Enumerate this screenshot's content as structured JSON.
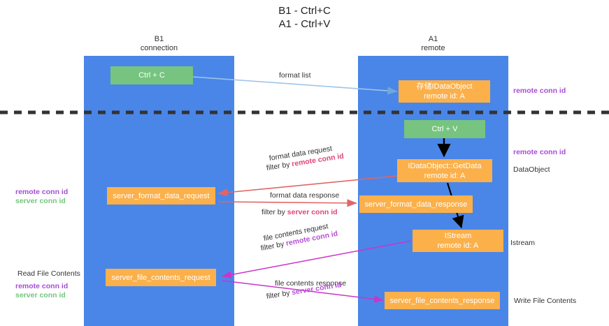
{
  "title": {
    "line1": "B1 - Ctrl+C",
    "line2": "A1 - Ctrl+V"
  },
  "columns": [
    {
      "name": "b1",
      "title": "B1",
      "subtitle": "connection"
    },
    {
      "name": "a1",
      "title": "A1",
      "subtitle": "remote"
    }
  ],
  "colors": {
    "column_band": "#4a86e8",
    "node_green": "#76c47f",
    "node_orange": "#fbb04a",
    "accent_purple": "#b84fd8",
    "accent_red": "#e0457b",
    "accent_green": "#76c47f",
    "divider": "#333333",
    "arrow_blue": "#9fc5e8",
    "arrow_black": "#000000",
    "arrow_magenta": "#cc33cc",
    "arrow_red": "#e06666"
  },
  "nodes": {
    "ctrl_c": {
      "label": "Ctrl + C"
    },
    "idataobject_store": {
      "line1": "存储IDataObject",
      "line2": "remote id: A"
    },
    "ctrl_v": {
      "label": "Ctrl + V"
    },
    "getdata": {
      "line1": "IDataObject::GetData",
      "line2": "remote id: A"
    },
    "server_format_data_request": {
      "label": "server_format_data_request"
    },
    "server_format_data_response": {
      "label": "server_format_data_response"
    },
    "istream": {
      "line1": "IStream",
      "line2": "remote id: A"
    },
    "server_file_contents_request": {
      "label": "server_file_contents_request"
    },
    "server_file_contents_response": {
      "label": "server_file_contents_response"
    }
  },
  "edge_labels": {
    "format_list": "format list",
    "format_data_request": "format data request",
    "format_data_request_filter_prefix": "filter by ",
    "format_data_request_filter_key": "remote conn id",
    "format_data_response": "format data response",
    "format_data_response_filter_prefix": "filter by ",
    "format_data_response_filter_key": "server conn id",
    "file_contents_request": "file contents request",
    "file_contents_request_filter_prefix": "filter by ",
    "file_contents_request_filter_key": "remote conn id",
    "file_contents_response": "file contents response",
    "file_contents_response_filter_prefix": "filter by ",
    "file_contents_response_filter_key": "server conn id"
  },
  "annotations": {
    "right_remote_conn_id_top": "remote conn id",
    "right_remote_conn_id_mid": "remote conn id",
    "right_dataobject": "DataObject",
    "right_istream": "Istream",
    "right_write_file_contents": "Write File Contents",
    "left_remote_conn_id_mid": "remote conn id",
    "left_server_conn_id_mid": "server conn id",
    "left_read_file_contents": "Read File Contents",
    "left_remote_conn_id_bottom": "remote conn id",
    "left_server_conn_id_bottom": "server conn id"
  }
}
